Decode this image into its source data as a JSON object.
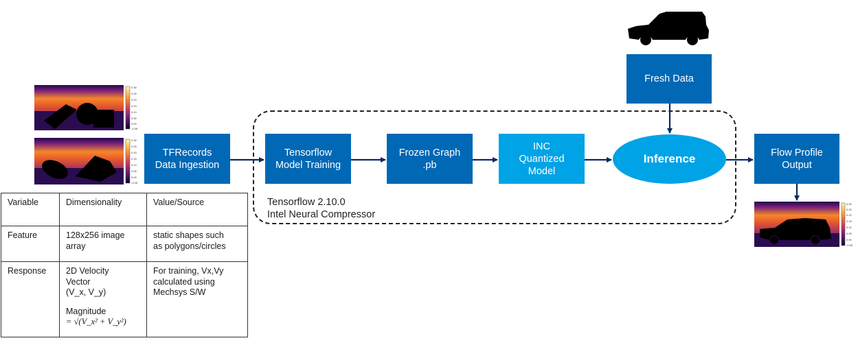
{
  "flow": {
    "ingestion": [
      "TFRecords",
      "Data Ingestion"
    ],
    "training": [
      "Tensorflow",
      "Model Training"
    ],
    "frozen": [
      "Frozen Graph",
      ".pb"
    ],
    "quantized": [
      "INC",
      "Quantized",
      "Model"
    ],
    "inference": "Inference",
    "output": [
      "Flow Profile",
      "Output"
    ],
    "fresh_data": "Fresh Data"
  },
  "frameworks": [
    "Tensorflow 2.10.0",
    "Intel Neural Compressor"
  ],
  "colorbar_ticks": [
    "0.30",
    "0.25",
    "0.20",
    "0.15",
    "0.10",
    "0.05",
    "0.00",
    "-0.05"
  ],
  "table": {
    "headers": [
      "Variable",
      "Dimensionality",
      "Value/Source"
    ],
    "rows": [
      {
        "variable": "Feature",
        "dimensionality": [
          "128x256  image",
          "array"
        ],
        "value": [
          "static shapes such",
          "as polygons/circles"
        ]
      },
      {
        "variable": "Response",
        "dimensionality": [
          "2D Velocity",
          "Vector",
          "(V_x, V_y)"
        ],
        "magnitude_label": "Magnitude",
        "formula": "= √(V_x² + V_y²)",
        "value": [
          "For training,  Vx,Vy",
          "calculated using",
          "Mechsys S/W"
        ]
      }
    ]
  },
  "colors": {
    "dark_blue": "#0068b5",
    "light_blue": "#00a3e6",
    "line": "#0a2a5e"
  }
}
